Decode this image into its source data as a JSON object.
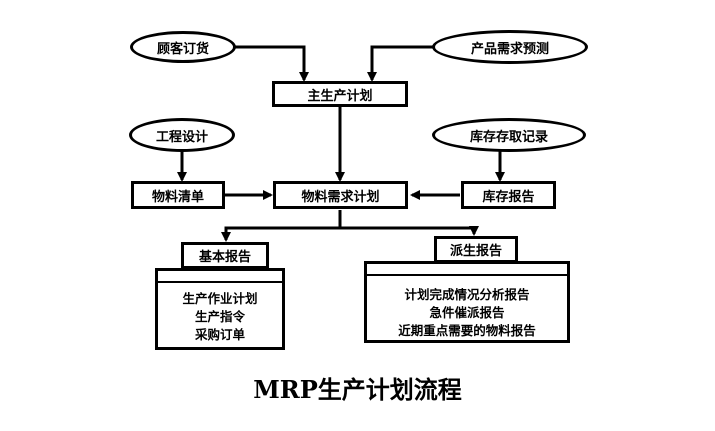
{
  "nodes": {
    "customer_order": "顾客订货",
    "product_demand_forecast": "产品需求预测",
    "master_production_schedule": "主生产计划",
    "engineering_design": "工程设计",
    "inventory_records": "库存存取记录",
    "bill_of_materials": "物料清单",
    "mrp": "物料需求计划",
    "inventory_report": "库存报告",
    "basic_reports": "基本报告",
    "derived_reports": "派生报告"
  },
  "basic_report_items": [
    "生产作业计划",
    "生产指令",
    "采购订单"
  ],
  "derived_report_items": [
    "计划完成情况分析报告",
    "急件催派报告",
    "近期重点需要的物料报告"
  ],
  "caption": "MRP生产计划流程"
}
